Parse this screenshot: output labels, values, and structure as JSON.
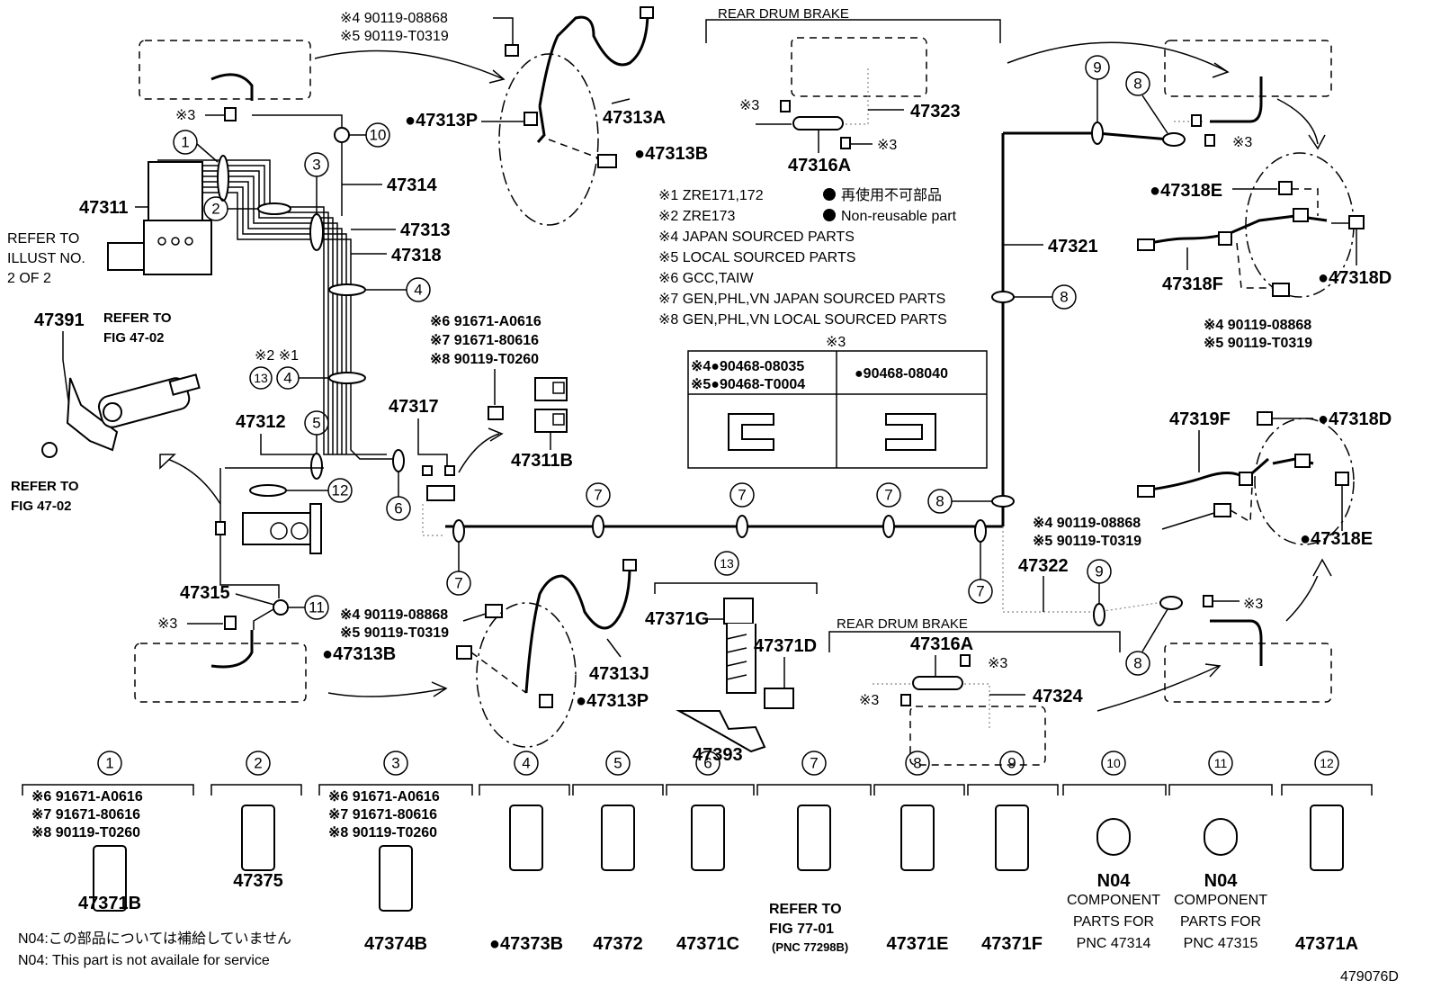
{
  "footer_id": "479076D",
  "section_rear_drum_top": "REAR DRUM BRAKE",
  "section_rear_drum_bottom": "REAR DRUM BRAKE",
  "refer_illust": [
    "REFER TO",
    "ILLUST NO.",
    "2 OF 2"
  ],
  "refer_fig_top": [
    "REFER TO",
    "FIG 47-02"
  ],
  "refer_fig_bottom": [
    "REFER TO",
    "FIG 47-02"
  ],
  "refer_fig_7701": [
    "REFER TO",
    "FIG 77-01",
    "(PNC 77298B)"
  ],
  "legend": {
    "lines": [
      "※1 ZRE171,172",
      "※2 ZRE173",
      "※4 JAPAN SOURCED PARTS",
      "※5 LOCAL SOURCED PARTS",
      "※6 GCC,TAIW",
      "※7 GEN,PHL,VN  JAPAN SOURCED PARTS",
      "※8 GEN,PHL,VN  LOCAL SOURCED PARTS"
    ],
    "nonreusable_jp": "再使用不可部品",
    "nonreusable_en": "Non-reusable part"
  },
  "table_x3": {
    "title": "※3",
    "left_line1": "※4●90468-08035",
    "left_line2": "※5●90468-T0004",
    "right": "●90468-08040"
  },
  "labels": {
    "p47311": "47311",
    "p47312": "47312",
    "p47313": "47313",
    "p47313A": "47313A",
    "p47313B_top": "●47313B",
    "p47313P_top": "●47313P",
    "p47313B_bottom": "●47313B",
    "p47313P_bottom": "●47313P",
    "p47313J": "47313J",
    "p47314": "47314",
    "p47315": "47315",
    "p47316A_top": "47316A",
    "p47316A_bottom": "47316A",
    "p47317": "47317",
    "p47318": "47318",
    "p47318E_top": "●47318E",
    "p47318D_top": "●47318D",
    "p47318F": "47318F",
    "p47319F": "47319F",
    "p47318D_bottom": "●47318D",
    "p47318E_bottom": "●47318E",
    "p47321": "47321",
    "p47322": "47322",
    "p47323": "47323",
    "p47324": "47324",
    "p47391": "47391",
    "p47311B": "47311B",
    "p47371G": "47371G",
    "p47371D": "47371D",
    "p47393": "47393",
    "x3": "※3",
    "x2x1": "※2 ※1"
  },
  "bolt_notes": {
    "top_left": [
      "※4 90119-08868",
      "※5 90119-T0319"
    ],
    "bottom_left": [
      "※4 90119-08868",
      "※5 90119-T0319"
    ],
    "right_top": [
      "※4 90119-08868",
      "※5 90119-T0319"
    ],
    "right_bottom": [
      "※4 90119-08868",
      "※5 90119-T0319"
    ],
    "clamp_mid": [
      "※6 91671-A0616",
      "※7 91671-80616",
      "※8 90119-T0260"
    ]
  },
  "legend_parts": [
    {
      "num": "1",
      "notes": [
        "※6 91671-A0616",
        "※7 91671-80616",
        "※8 90119-T0260"
      ],
      "part": "47371B"
    },
    {
      "num": "2",
      "notes": [],
      "part": "47375"
    },
    {
      "num": "3",
      "notes": [
        "※6 91671-A0616",
        "※7 91671-80616",
        "※8 90119-T0260"
      ],
      "part": "47374B"
    },
    {
      "num": "4",
      "notes": [],
      "part": "●47373B"
    },
    {
      "num": "5",
      "notes": [],
      "part": "47372"
    },
    {
      "num": "6",
      "notes": [],
      "part": "47371C"
    },
    {
      "num": "7",
      "notes": [],
      "part": ""
    },
    {
      "num": "8",
      "notes": [],
      "part": "47371E"
    },
    {
      "num": "9",
      "notes": [],
      "part": "47371F"
    },
    {
      "num": "10",
      "notes": [],
      "part": "N04",
      "extra": [
        "COMPONENT",
        "PARTS FOR",
        "PNC 47314"
      ]
    },
    {
      "num": "11",
      "notes": [],
      "part": "N04",
      "extra": [
        "COMPONENT",
        "PARTS FOR",
        "PNC 47315"
      ]
    },
    {
      "num": "12",
      "notes": [],
      "part": "47371A"
    }
  ],
  "n04_notes": [
    "N04:この部品については補給していません",
    "N04: This part is not availale for service"
  ]
}
